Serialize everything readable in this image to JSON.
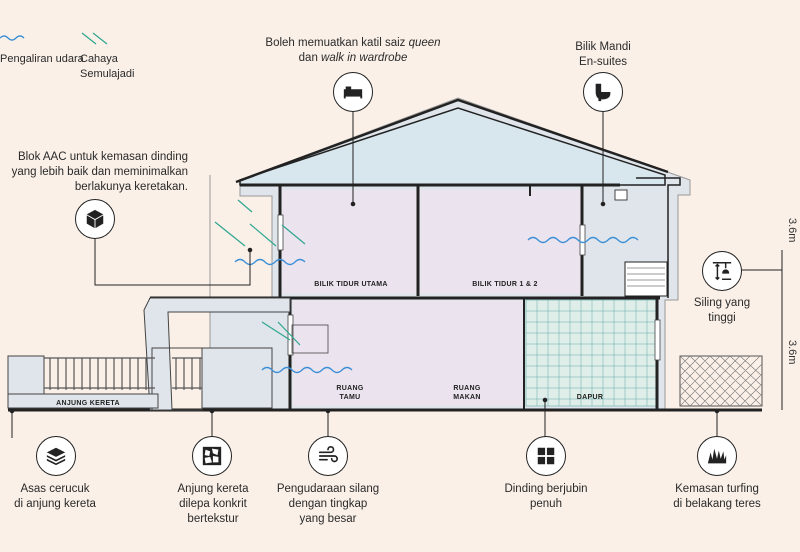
{
  "legend": {
    "airflow": "Pengaliran udara",
    "daylight": "Cahaya Semulajadi"
  },
  "annotations": {
    "bed_line1_pre": "Boleh memuatkan katil saiz ",
    "bed_line1_em": "queen",
    "bed_line2_pre": "dan ",
    "bed_line2_em": "walk in wardrobe",
    "bath_line1": "Bilik Mandi",
    "bath_line2": "En-suites",
    "aac_line1": "Blok AAC untuk kemasan dinding",
    "aac_line2": "yang lebih baik dan meminimalkan",
    "aac_line3": "berlakunya keretakan.",
    "ceiling_line1": "Siling yang",
    "ceiling_line2": "tinggi",
    "slope_line1": "Asas cerucuk",
    "slope_line2": "di anjung kereta",
    "porch_line1": "Anjung kereta",
    "porch_line2": "dilepa konkrit",
    "porch_line3": "bertekstur",
    "vent_line1": "Pengudaraan silang",
    "vent_line2": "dengan tingkap",
    "vent_line3": "yang besar",
    "tile_line1": "Dinding berjubin",
    "tile_line2": "penuh",
    "turf_line1": "Kemasan turfing",
    "turf_line2": "di belakang teres"
  },
  "rooms": {
    "master": "BILIK TIDUR UTAMA",
    "bedrooms": "BILIK TIDUR 1 & 2",
    "living_1": "RUANG",
    "living_2": "TAMU",
    "dining_1": "RUANG",
    "dining_2": "MAKAN",
    "kitchen": "DAPUR",
    "porch": "ANJUNG KERETA"
  },
  "dimensions": {
    "upper": "3.6m",
    "lower": "3.6m"
  },
  "icons": [
    "wave-legend-icon",
    "daylight-legend-icon",
    "bed-icon",
    "toilet-icon",
    "aac-block-icon",
    "high-ceiling-icon",
    "layers-icon",
    "textured-concrete-icon",
    "airflow-icon",
    "tile-grid-icon",
    "grass-icon"
  ],
  "colors": {
    "background": "#faf0e8",
    "room_fill": "#ebe3ee",
    "exterior_fill": "#dfe5ea",
    "airflow": "#3b8fd6",
    "daylight": "#2ea68f",
    "structure": "#222222"
  }
}
